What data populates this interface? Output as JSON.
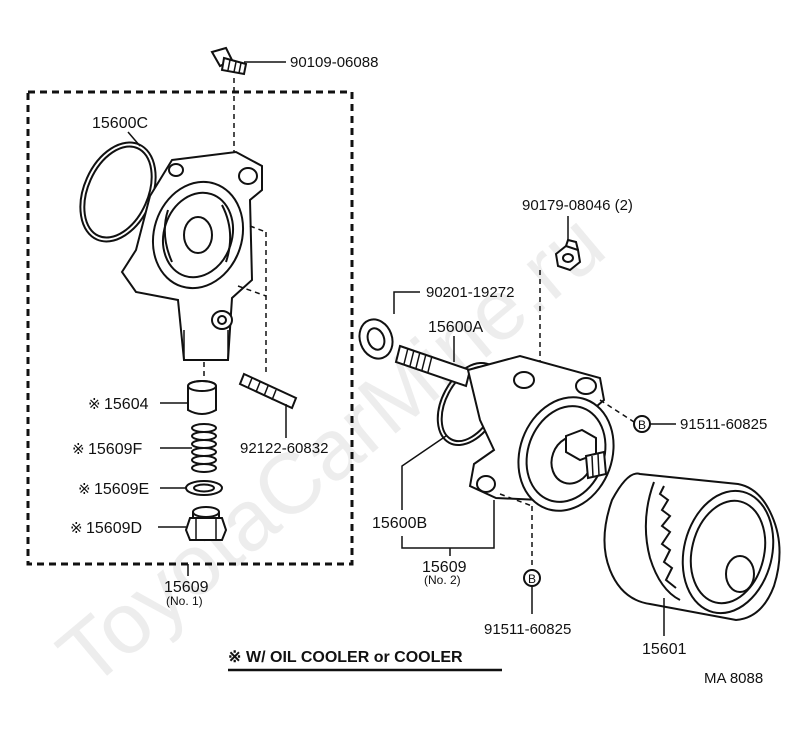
{
  "watermark": "ToyotaCarMine.ru",
  "note": "W/ OIL  COOLER or COOLER",
  "note_mark": "※",
  "figure_id": "MA  8088",
  "bolt_marker": "B",
  "labels": {
    "p90109": "90109-06088",
    "p15600c": "15600C",
    "p15604": "15604",
    "p15609f": "15609F",
    "p15609e": "15609E",
    "p15609d": "15609D",
    "p92122": "92122-60832",
    "p15609_1": "15609",
    "p15609_1_sub": "(No. 1)",
    "p90179": "90179-08046  (2)",
    "p90201": "90201-19272",
    "p15600a": "15600A",
    "p91511_right": "91511-60825",
    "p15600b": "15600B",
    "p15609_2": "15609",
    "p15609_2_sub": "(No. 2)",
    "p91511_bottom": "91511-60825",
    "p15601": "15601"
  }
}
